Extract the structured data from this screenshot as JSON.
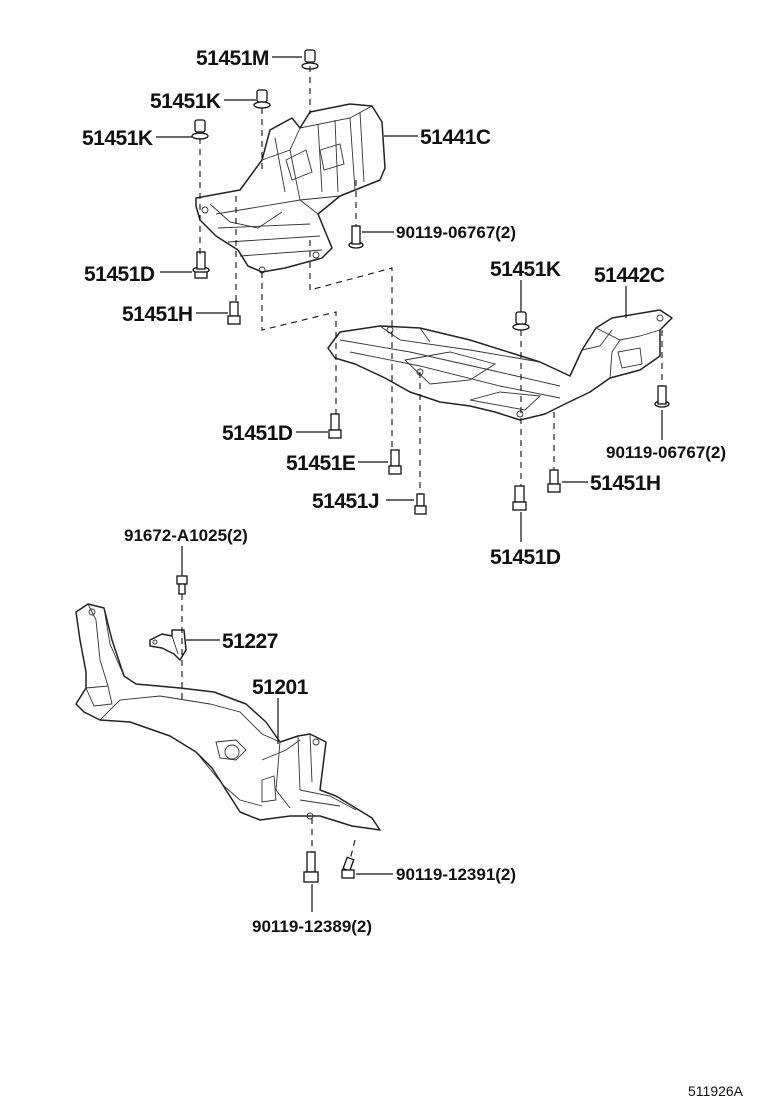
{
  "labels": {
    "p51451M": "51451M",
    "p51451K_a": "51451K",
    "p51451K_b": "51451K",
    "p51441C": "51441C",
    "p90119_06767_a": "90119-06767(2)",
    "p51451D_a": "51451D",
    "p51451H_a": "51451H",
    "p51451K_c": "51451K",
    "p51442C": "51442C",
    "p51451D_b": "51451D",
    "p90119_06767_b": "90119-06767(2)",
    "p51451E": "51451E",
    "p51451H_b": "51451H",
    "p51451J": "51451J",
    "p51451D_c": "51451D",
    "p91672_A1025": "91672-A1025(2)",
    "p51227": "51227",
    "p51201": "51201",
    "p90119_12391": "90119-12391(2)",
    "p90119_12389": "90119-12389(2)",
    "diagram_code": "511926A"
  }
}
